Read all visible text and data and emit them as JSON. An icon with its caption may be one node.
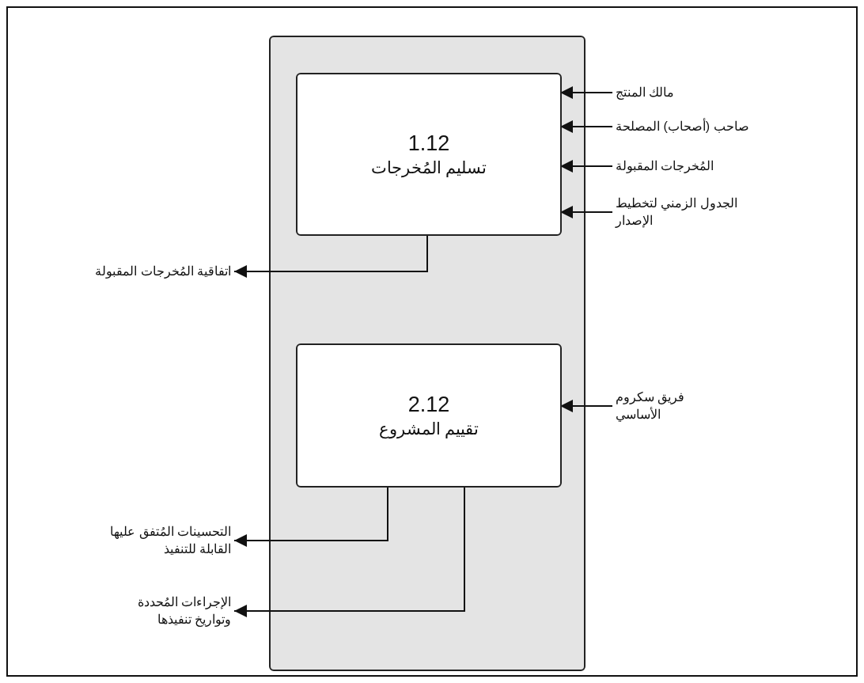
{
  "diagram": {
    "nodes": [
      {
        "text": [],
        "shape": "box"
      },
      {
        "text": [
          "1.12",
          "تسليم المُخرجات"
        ],
        "in": 0
      },
      {
        "text": [
          "2.12",
          "تقييم المشروع"
        ],
        "in": 0
      },
      {
        "text": [
          "مالك المنتج"
        ]
      },
      {
        "text": [
          "صاحب (أصحاب) المصلحة"
        ]
      },
      {
        "text": [
          "المُخرجات المقبولة"
        ]
      },
      {
        "text": [
          "الجدول الزمني لتخطيط الإصدار"
        ]
      },
      {
        "text": [
          "فريق سكروم الأساسي"
        ]
      },
      {
        "text": [
          "اتفاقية المُخرجات المقبولة"
        ]
      },
      {
        "text": [
          "التحسينات المُتفق عليها القابلة للتنفيذ"
        ]
      },
      {
        "text": [
          "الإجراءات المُحددة وتواريخ تنفيذها"
        ]
      }
    ],
    "edges": [
      {
        "from": 3,
        "to": 1,
        "arrow": "to"
      },
      {
        "from": 4,
        "to": 1,
        "arrow": "to"
      },
      {
        "from": 5,
        "to": 1,
        "arrow": "to"
      },
      {
        "from": 6,
        "to": 1,
        "arrow": "to"
      },
      {
        "from": 7,
        "to": 2,
        "arrow": "to"
      },
      {
        "from": 1,
        "to": 8,
        "arrow": "to"
      },
      {
        "from": 2,
        "to": 9,
        "arrow": "to"
      },
      {
        "from": 2,
        "to": 10,
        "arrow": "to"
      }
    ]
  }
}
